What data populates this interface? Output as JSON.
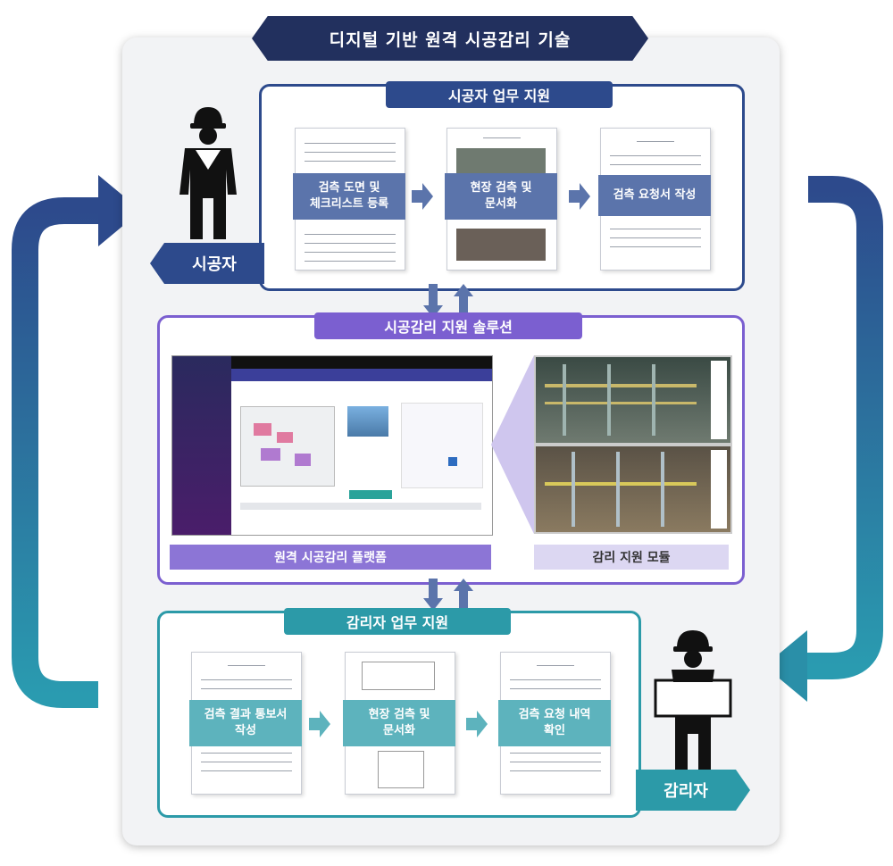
{
  "title": "디지털 기반 원격 시공감리 기술",
  "constructor_section": {
    "label": "시공자 업무 지원",
    "steps": [
      {
        "label": "검측 도면 및\n체크리스트 등록"
      },
      {
        "label": "현장 검측 및\n문서화"
      },
      {
        "label": "검측 요청서 작성"
      }
    ]
  },
  "solution_section": {
    "label": "시공감리 지원 솔루션",
    "platform_caption": "원격 시공감리 플랫폼",
    "module_caption": "감리 지원 모듈"
  },
  "supervisor_section": {
    "label": "감리자 업무 지원",
    "steps": [
      {
        "label": "검측 결과 통보서\n작성"
      },
      {
        "label": "현장 검측 및\n문서화"
      },
      {
        "label": "검측 요청 내역\n확인"
      }
    ]
  },
  "roles": {
    "constructor": "시공자",
    "supervisor": "감리자"
  },
  "colors": {
    "navy": "#22305e",
    "blue": "#2d4a8c",
    "blue_step": "#5b74ab",
    "purple": "#7b5fd0",
    "purple_light": "#cfc6ee",
    "teal": "#2c9aa8",
    "teal_step": "#5db3bd"
  }
}
